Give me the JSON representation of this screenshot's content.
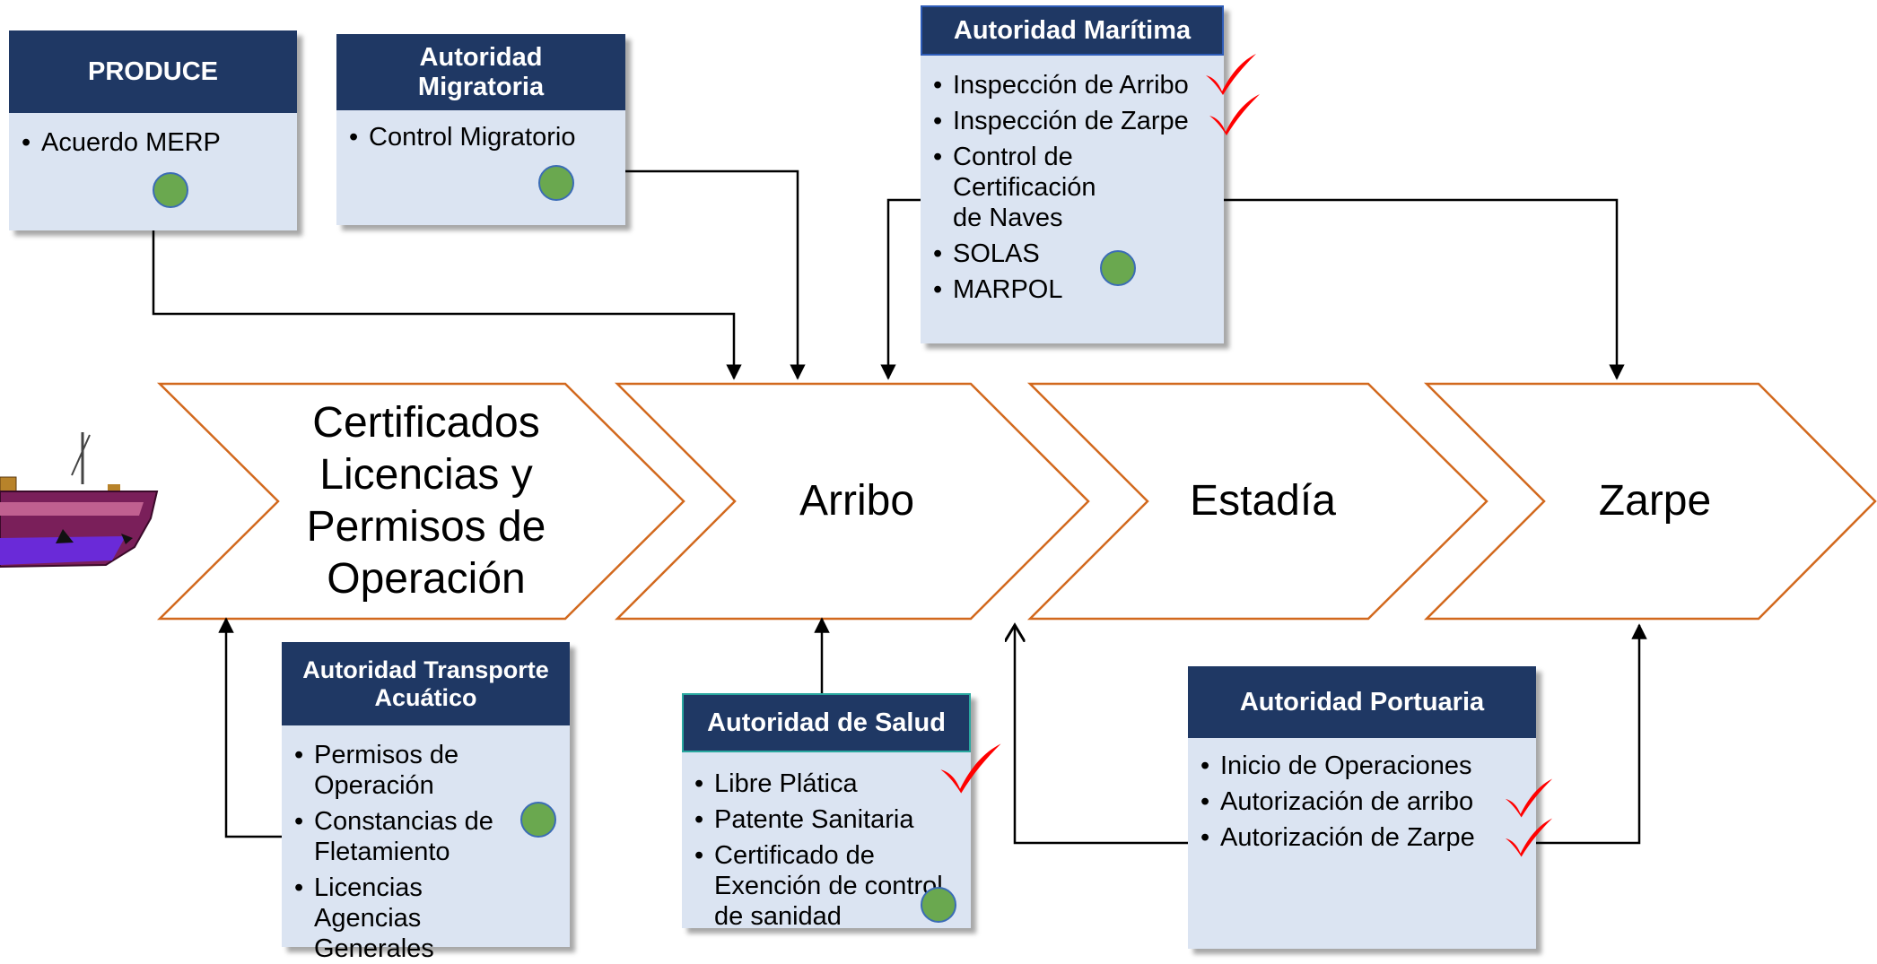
{
  "stages": [
    {
      "label": "Certificados Licencias y Permisos de Operación"
    },
    {
      "label": "Arribo"
    },
    {
      "label": "Estadía"
    },
    {
      "label": "Zarpe"
    }
  ],
  "entities": {
    "produce": {
      "title": "PRODUCE",
      "items": [
        "Acuerdo MERP"
      ]
    },
    "migratoria": {
      "title": "Autoridad Migratoria",
      "items": [
        "Control Migratorio"
      ]
    },
    "maritima": {
      "title": "Autoridad Marítima",
      "items": [
        "Inspección de Arribo",
        "Inspección de Zarpe",
        "Control de Certificación de Naves",
        "SOLAS",
        "MARPOL"
      ]
    },
    "transporte": {
      "title": "Autoridad Transporte Acuático",
      "items": [
        "Permisos de Operación",
        "Constancias de Fletamiento",
        "Licencias Agencias Generales"
      ]
    },
    "salud": {
      "title": "Autoridad de Salud",
      "items": [
        "Libre Plática",
        "Patente Sanitaria",
        "Certificado de Exención de control de sanidad"
      ]
    },
    "portuaria": {
      "title": "Autoridad Portuaria",
      "items": [
        "Inicio de Operaciones",
        "Autorización de arribo",
        "Autorización de Zarpe"
      ]
    }
  },
  "colors": {
    "header_bg": "#1f3864",
    "box_bg": "#dbe4f2",
    "chevron_stroke": "#d2691e",
    "status_dot": "#6aa84f",
    "checkmark": "#ff0000"
  }
}
